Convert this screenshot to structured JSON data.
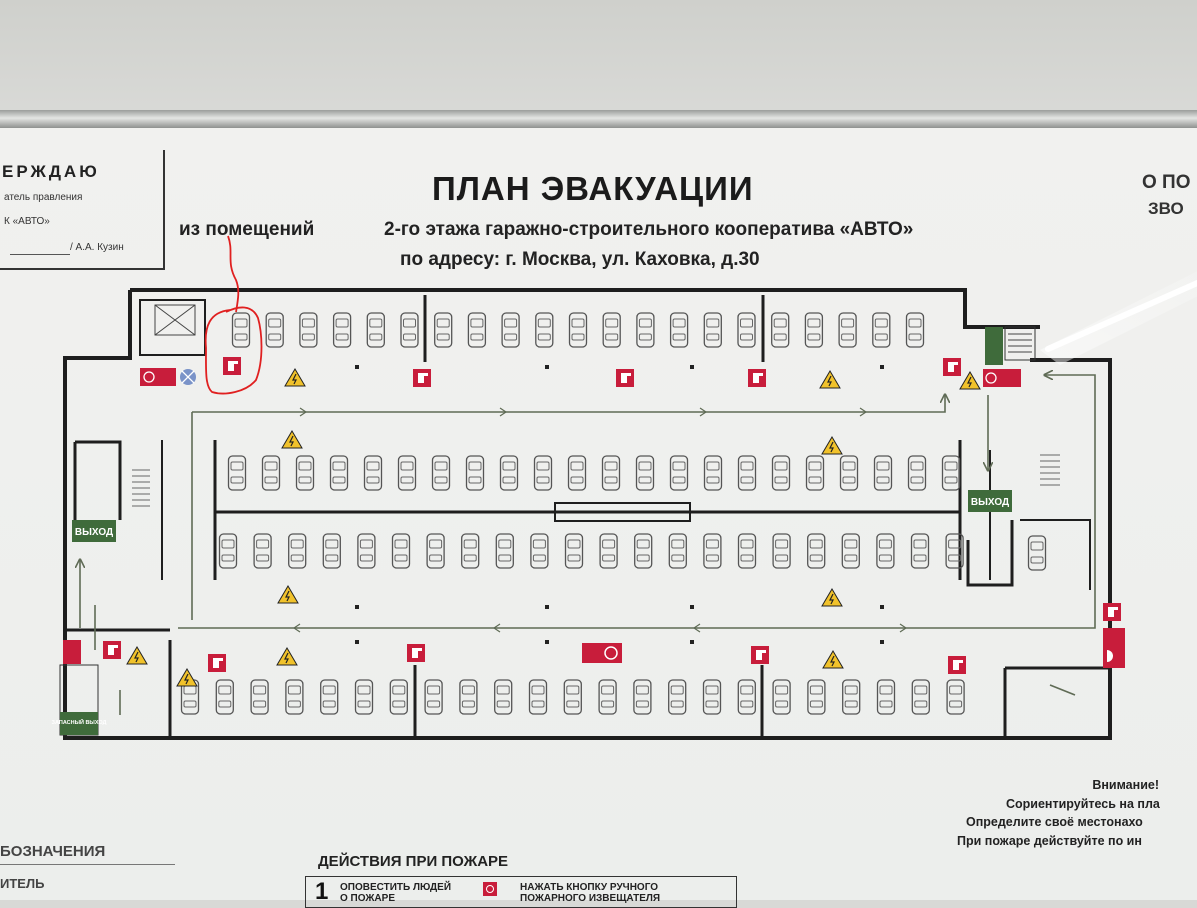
{
  "approval": {
    "heading": "ЕРЖДАЮ",
    "role": "атель правления",
    "org": "К «АВТО»",
    "signer": "/ А.А. Кузин"
  },
  "title": "ПЛАН ЭВАКУАЦИИ",
  "subtitle_part1": "из помещений",
  "subtitle_part2": "2-го этажа гаражно-строительного кооператива «АВТО»",
  "address": "по адресу: г. Москва, ул. Каховка, д.30",
  "top_right": [
    "О ПО",
    "ЗВО"
  ],
  "exit_label": "ВЫХОД",
  "stair_label": "ЗАПАСНЫЙ ВЫХОД",
  "attention": {
    "heading": "Внимание!",
    "lines": [
      "Сориентируйтесь на пла",
      "Определите своё местонахо",
      "При пожаре действуйте по ин"
    ]
  },
  "legend": {
    "title": "БОЗНАЧЕНИЯ",
    "subtitle": "ИТЕЛЬ"
  },
  "actions": {
    "title": "ДЕЙСТВИЯ ПРИ ПОЖАРЕ",
    "step_number": "1",
    "step1": "ОПОВЕСТИТЬ ЛЮДЕЙ О ПОЖАРЕ",
    "step2": "НАЖАТЬ КНОПКУ РУЧНОГО ПОЖАРНОГО ИЗВЕЩАТЕЛЯ"
  },
  "colors": {
    "fire_red": "#c81d3b",
    "exit_green": "#3f6b3b",
    "warning_yellow": "#f1c22b",
    "walls": "#1e1e1e",
    "route": "#5f6b55",
    "marker": "#e02020"
  }
}
